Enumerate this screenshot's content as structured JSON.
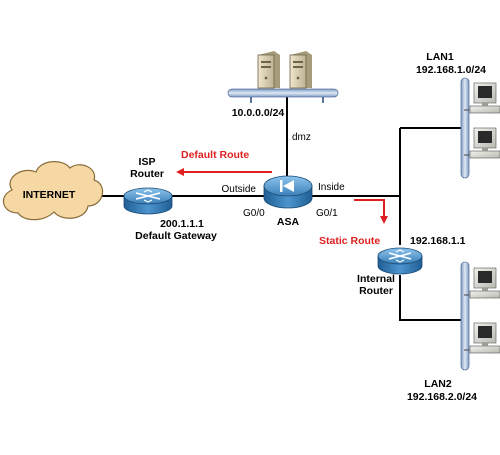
{
  "labels": {
    "internet": "INTERNET",
    "isp_router": [
      "ISP",
      "Router"
    ],
    "default_route": "Default Route",
    "outside": "Outside",
    "inside": "Inside",
    "g0_0": "G0/0",
    "g0_1": "G0/1",
    "asa": "ASA",
    "isp_ip": "200.1.1.1",
    "default_gateway": "Default Gateway",
    "dmz": "dmz",
    "dmz_subnet": "10.0.0.0/24",
    "lan1_name": "LAN1",
    "lan1_subnet": "192.168.1.0/24",
    "static_route": "Static Route",
    "internal_ip": "192.168.1.1",
    "internal_router": [
      "Internal",
      "Router"
    ],
    "lan2_name": "LAN2",
    "lan2_subnet": "192.168.2.0/24"
  },
  "colors": {
    "route_arrow": "#e02020",
    "router_blue": "#3b7fb8",
    "cloud_fill": "#f6d8a4",
    "lan_bus": "#9ab2d3"
  },
  "icons": [
    "cloud-icon",
    "router-icon",
    "asa-firewall-icon",
    "server-icon",
    "workstation-icon"
  ]
}
